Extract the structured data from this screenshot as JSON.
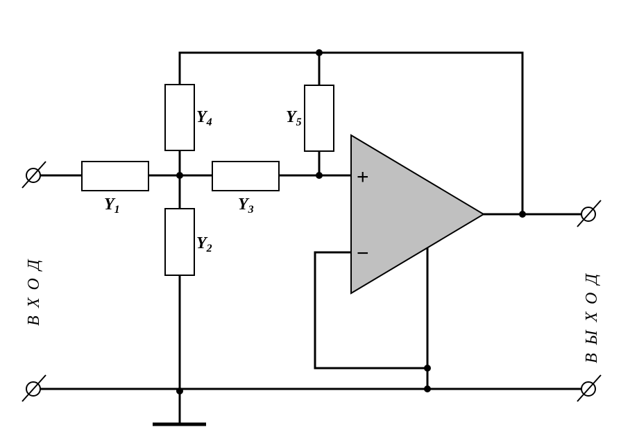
{
  "components": {
    "y1": {
      "letter": "Y",
      "sub": "1"
    },
    "y2": {
      "letter": "Y",
      "sub": "2"
    },
    "y3": {
      "letter": "Y",
      "sub": "3"
    },
    "y4": {
      "letter": "Y",
      "sub": "4"
    },
    "y5": {
      "letter": "Y",
      "sub": "5"
    }
  },
  "opamp": {
    "plus": "+",
    "minus": "−",
    "fill": "#c0c0c0"
  },
  "labels": {
    "input": "ВХОД",
    "output": "ВЫХОД"
  }
}
